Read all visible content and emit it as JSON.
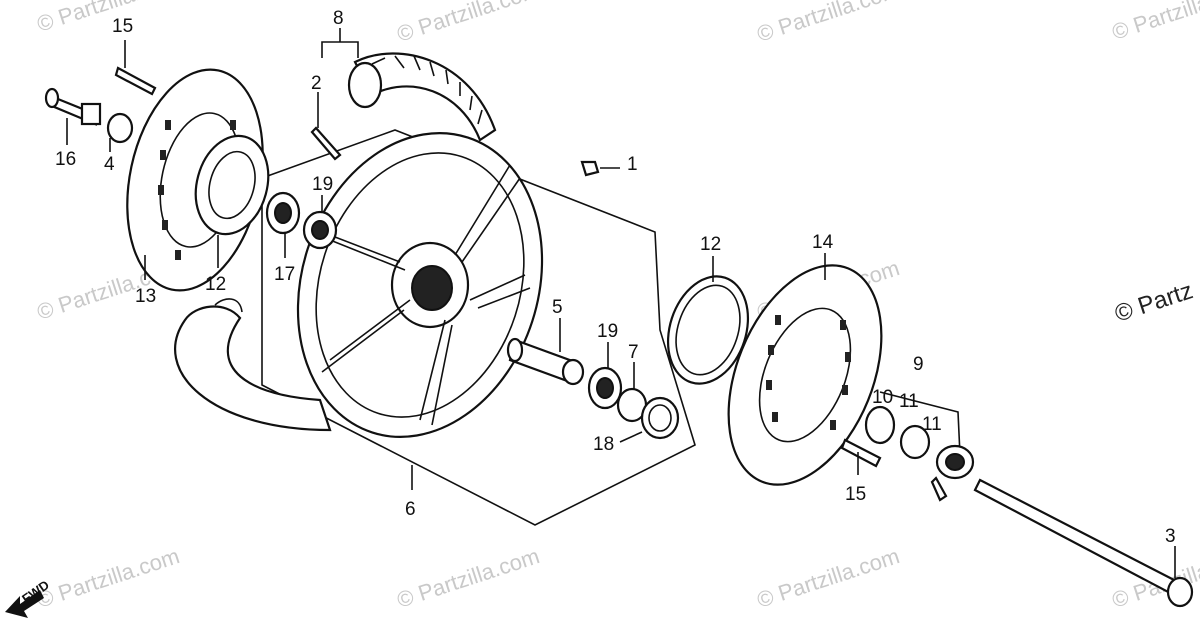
{
  "watermark": {
    "text": "© Partzilla.com",
    "side_text": "© Partz"
  },
  "orientation": {
    "fwd_label": "FWD"
  },
  "callouts": [
    {
      "id": "c1",
      "text": "1"
    },
    {
      "id": "c2",
      "text": "2"
    },
    {
      "id": "c3",
      "text": "3"
    },
    {
      "id": "c4",
      "text": "4"
    },
    {
      "id": "c5",
      "text": "5"
    },
    {
      "id": "c6",
      "text": "6"
    },
    {
      "id": "c7",
      "text": "7"
    },
    {
      "id": "c8",
      "text": "8"
    },
    {
      "id": "c9",
      "text": "9"
    },
    {
      "id": "c10",
      "text": "10"
    },
    {
      "id": "c11a",
      "text": "11"
    },
    {
      "id": "c11b",
      "text": "11"
    },
    {
      "id": "c12a",
      "text": "12"
    },
    {
      "id": "c12b",
      "text": "12"
    },
    {
      "id": "c13",
      "text": "13"
    },
    {
      "id": "c14",
      "text": "14"
    },
    {
      "id": "c15a",
      "text": "15"
    },
    {
      "id": "c15b",
      "text": "15"
    },
    {
      "id": "c16",
      "text": "16"
    },
    {
      "id": "c17",
      "text": "17"
    },
    {
      "id": "c18",
      "text": "18"
    },
    {
      "id": "c19a",
      "text": "19"
    },
    {
      "id": "c19b",
      "text": "19"
    }
  ]
}
